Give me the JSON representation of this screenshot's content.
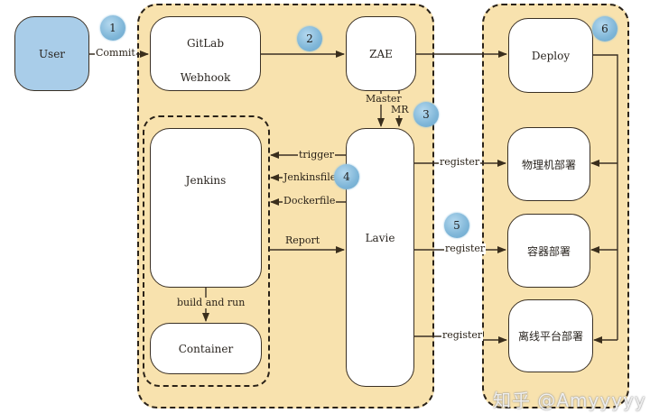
{
  "nodes": {
    "user": "User",
    "gitlab_title": "GitLab",
    "gitlab_sub": "Webhook",
    "zae": "ZAE",
    "deploy": "Deploy",
    "jenkins": "Jenkins",
    "container": "Container",
    "lavie": "Lavie",
    "physical_deploy": "物理机部署",
    "container_deploy": "容器部署",
    "offline_deploy": "离线平台部署"
  },
  "edges": {
    "commit": "Commit",
    "master": "Master",
    "mr": "MR",
    "trigger": "trigger",
    "jenkinsfile": "Jenkinsfile",
    "dockerfile": "Dockerfile",
    "report": "Report",
    "build_and_run": "build and run",
    "register_1": "register",
    "register_2": "register",
    "register_3": "register"
  },
  "steps": [
    "1",
    "2",
    "3",
    "4",
    "5",
    "6"
  ],
  "watermark": "知乎 @Amyyyyy",
  "colors": {
    "group_fill": "#f8e2ae",
    "user_fill": "#a9cde9",
    "badge": "#7fb6d8",
    "line": "#3a3024"
  }
}
